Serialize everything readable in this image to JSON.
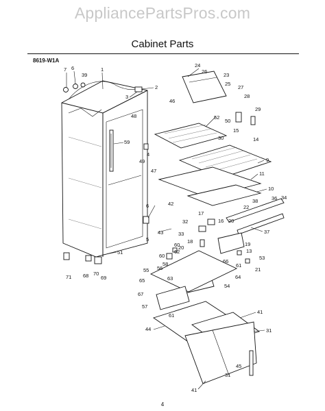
{
  "watermark": "AppliancePartsPros.com",
  "title": "Cabinet Parts",
  "diagram_id": "8619-W1A",
  "page_number": "4",
  "callouts": {
    "c7": "7",
    "c6": "6",
    "c39": "39",
    "c1": "1",
    "c2": "2",
    "c3": "3",
    "c48": "48",
    "c59": "59",
    "c4": "4",
    "c49": "49",
    "c47": "47",
    "c42": "42",
    "c6b": "6",
    "c5": "5",
    "c51": "51",
    "c71": "71",
    "c68": "68",
    "c70": "70",
    "c69": "69",
    "c43": "43",
    "c24": "24",
    "c26": "26",
    "c23": "23",
    "c25": "25",
    "c27": "27",
    "c28": "28",
    "c46": "46",
    "c29": "29",
    "c52": "52",
    "c50": "50",
    "c15": "15",
    "c14": "14",
    "c30": "30",
    "c9": "9",
    "c11": "11",
    "c10": "10",
    "c36": "36",
    "c34": "34",
    "c38": "38",
    "c22": "22",
    "c37": "37",
    "c17": "17",
    "c16": "16",
    "c20": "20",
    "c32": "32",
    "c33": "33",
    "c18": "18",
    "c20b": "20",
    "c19": "19",
    "c13": "13",
    "c53": "53",
    "c21": "21",
    "c60": "60",
    "c62": "62",
    "c60b": "60",
    "c58": "58",
    "c56": "56",
    "c55": "55",
    "c65": "65",
    "c63": "63",
    "c66": "66",
    "c61": "61",
    "c64": "64",
    "c54": "54",
    "c67": "67",
    "c57": "57",
    "c61b": "61",
    "c44": "44",
    "c41": "41",
    "c31": "31",
    "c31b": "31",
    "c45": "45",
    "c41b": "41"
  }
}
